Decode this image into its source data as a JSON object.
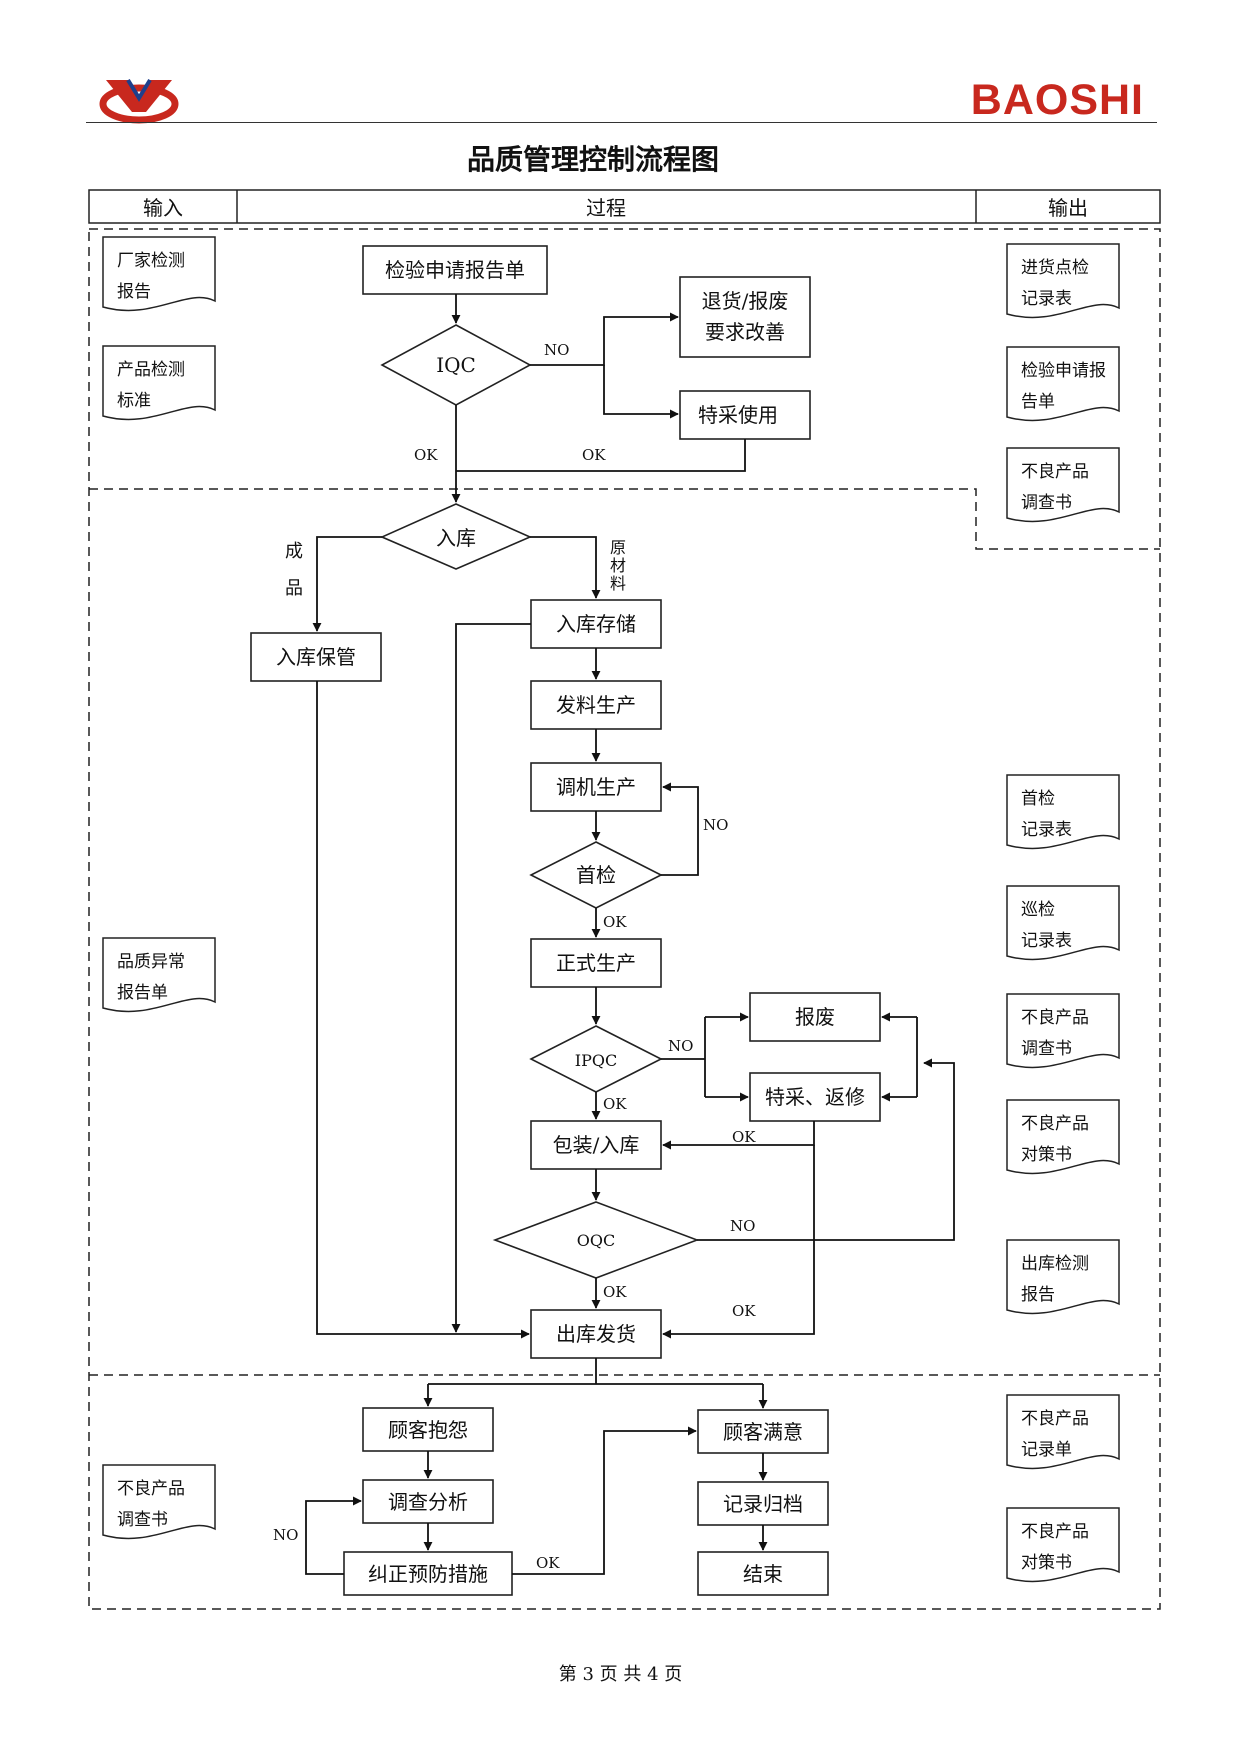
{
  "brand": {
    "name": "BAOSHI",
    "logo_color": "#c8281e",
    "logo_accent": "#1f3f8c"
  },
  "title": "品质管理控制流程图",
  "columns": {
    "input": "输入",
    "process": "过程",
    "output": "输出"
  },
  "inputs": {
    "sec1": [
      [
        "厂家检测",
        "报告"
      ],
      [
        "产品检测",
        "标准"
      ]
    ],
    "sec2": [
      [
        "品质异常",
        "报告单"
      ]
    ],
    "sec3": [
      [
        "不良产品",
        "调查书"
      ]
    ]
  },
  "outputs": {
    "sec1": [
      [
        "进货点检",
        "记录表"
      ],
      [
        "检验申请报",
        "告单"
      ],
      [
        "不良产品",
        "调查书"
      ]
    ],
    "sec2": [
      [
        "首检",
        "记录表"
      ],
      [
        "巡检",
        "记录表"
      ],
      [
        "不良产品",
        "调查书"
      ],
      [
        "不良产品",
        "对策书"
      ],
      [
        "出库检测",
        "报告"
      ]
    ],
    "sec3": [
      [
        "不良产品",
        "记录单"
      ],
      [
        "不良产品",
        "对策书"
      ]
    ]
  },
  "process": {
    "inspect_request": "检验申请报告单",
    "iqc": "IQC",
    "return_scrap": [
      "退货/报废",
      "要求改善"
    ],
    "special_use": "特采使用",
    "warehouse_in": "入库",
    "finished_branch": [
      "成",
      "品"
    ],
    "raw_branch": [
      "原",
      "材",
      "料"
    ],
    "storage_keep": "入库保管",
    "storage": "入库存储",
    "material_issue": "发料生产",
    "machine_adjust": "调机生产",
    "first_inspect": "首检",
    "formal_production": "正式生产",
    "ipqc": "IPQC",
    "scrap": "报废",
    "special_rework": "特采、返修",
    "pack_store": "包装/入库",
    "oqc": "OQC",
    "ship_out": "出库发货",
    "customer_complaint": "顾客抱怨",
    "customer_satisfied": "顾客满意",
    "investigate": "调查分析",
    "corrective": "纠正预防措施",
    "archive": "记录归档",
    "end": "结束"
  },
  "flow_labels": {
    "no": "NO",
    "ok": "OK"
  },
  "footer": {
    "text": "第 3 页 共 4 页"
  }
}
